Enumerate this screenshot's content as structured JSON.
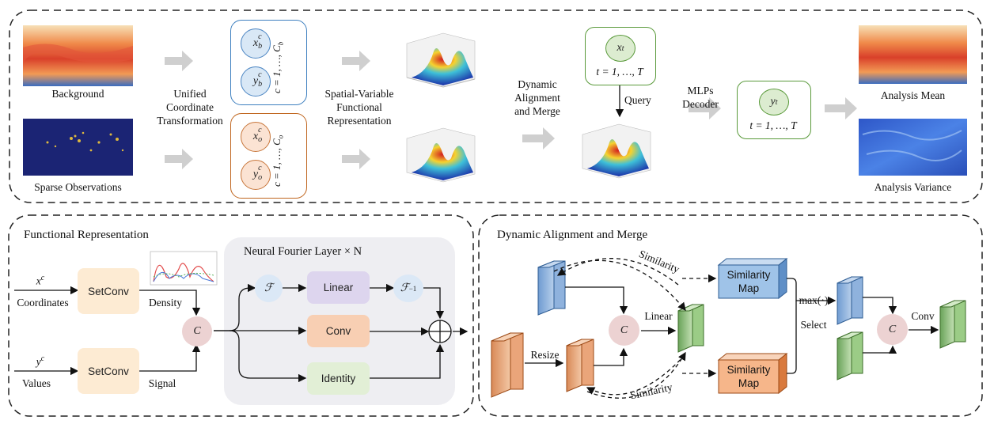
{
  "top": {
    "background_label": "Background",
    "sparse_label": "Sparse Observations",
    "unified_label_1": "Unified",
    "unified_label_2": "Coordinate",
    "unified_label_3": "Transformation",
    "bg_var_x": "x",
    "bg_var_y": "y",
    "bg_sup": "c",
    "bg_sub": "b",
    "bg_range": "c = 1, …, C",
    "bg_range_sub": "b",
    "obs_var_x": "x",
    "obs_var_y": "y",
    "obs_sup": "c",
    "obs_sub": "o",
    "obs_range": "c = 1, …, C",
    "obs_range_sub": "o",
    "svfr_label_1": "Spatial-Variable",
    "svfr_label_2": "Functional",
    "svfr_label_3": "Representation",
    "dam_label_1": "Dynamic",
    "dam_label_2": "Alignment",
    "dam_label_3": "and Merge",
    "xt_var": "x",
    "xt_sup": "t",
    "xt_range": "t = 1, …, T",
    "query_label": "Query",
    "mlp_label_1": "MLPs",
    "mlp_label_2": "Decoder",
    "yt_var": "y",
    "yt_sup": "t",
    "yt_range": "t = 1, …, T",
    "analysis_mean": "Analysis Mean",
    "analysis_variance": "Analysis Variance"
  },
  "functional": {
    "title": "Functional Representation",
    "xc": "x",
    "yc": "y",
    "c_sup": "c",
    "coordinates": "Coordinates",
    "values": "Values",
    "setconv_1": "SetConv",
    "setconv_2": "SetConv",
    "density": "Density",
    "signal": "Signal",
    "concat": "C",
    "nfl_title": "Neural Fourier Layer × N",
    "fourier": "ℱ",
    "inv_fourier": "ℱ",
    "inv_sup": "−1",
    "linear": "Linear",
    "conv": "Conv",
    "identity": "Identity"
  },
  "dynamic": {
    "title": "Dynamic Alignment and Merge",
    "similarity_top": "Similarity",
    "similarity_bottom": "Similarity",
    "resize": "Resize",
    "concat": "C",
    "linear": "Linear",
    "sim_map_1a": "Similarity",
    "sim_map_1b": "Map",
    "sim_map_2a": "Similarity",
    "sim_map_2b": "Map",
    "max_label": "max(·)",
    "select_label": "Select",
    "concat2": "C",
    "conv": "Conv"
  },
  "colors": {
    "blue_box": "#3d7fbf",
    "orange_box": "#c0661f",
    "green_box": "#5a9a3b",
    "setconv_fill": "#fdebd3",
    "linear_fill": "#ddd5ee",
    "conv_fill": "#f8cfb3",
    "identity_fill": "#e2efd6",
    "concat_fill": "#ecd2d2",
    "fourier_fill": "#dbe8f6",
    "nfl_bg": "#eeeef2"
  }
}
